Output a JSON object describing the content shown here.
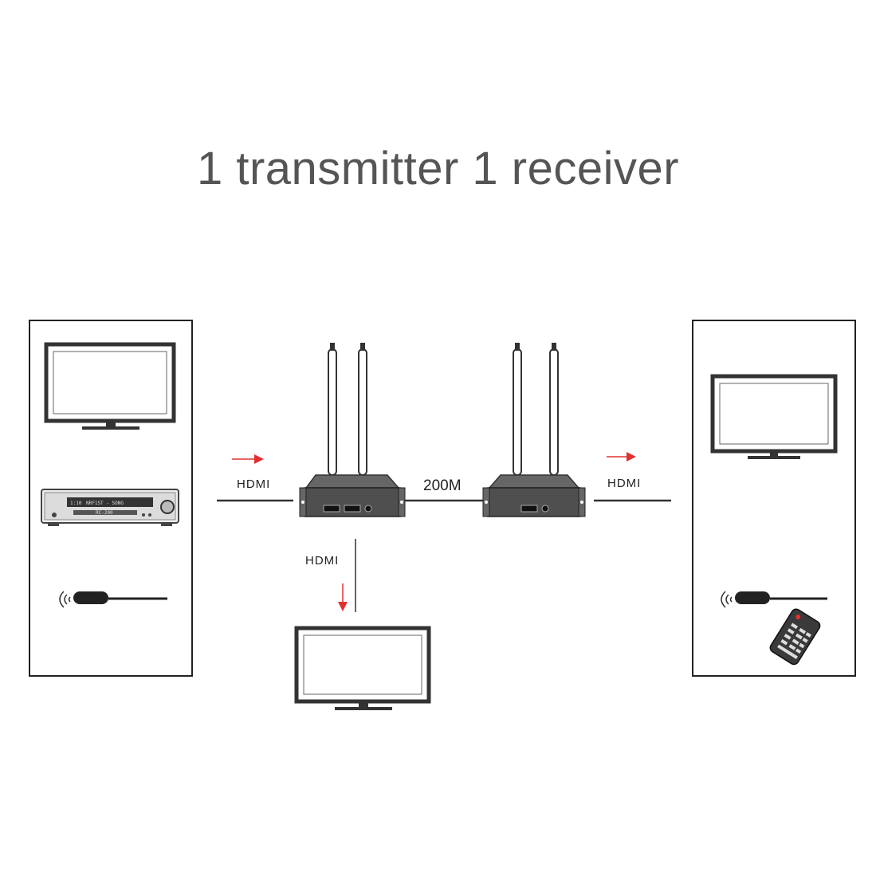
{
  "title": "1 transmitter 1 receiver",
  "labels": {
    "hdmi_in": "HDMI",
    "distance": "200M",
    "hdmi_out": "HDMI",
    "hdmi_loop": "HDMI"
  },
  "receiver_display": {
    "line1": "1:10",
    "line2": "NRF1ST - SONG",
    "line3": "RC-200"
  },
  "colors": {
    "arrow": "#e03030",
    "line": "#333333",
    "device_body": "#555555"
  },
  "icons": [
    "tv-icon",
    "av-receiver-icon",
    "ir-extender-icon",
    "transmitter-icon",
    "receiver-icon",
    "remote-control-icon"
  ]
}
